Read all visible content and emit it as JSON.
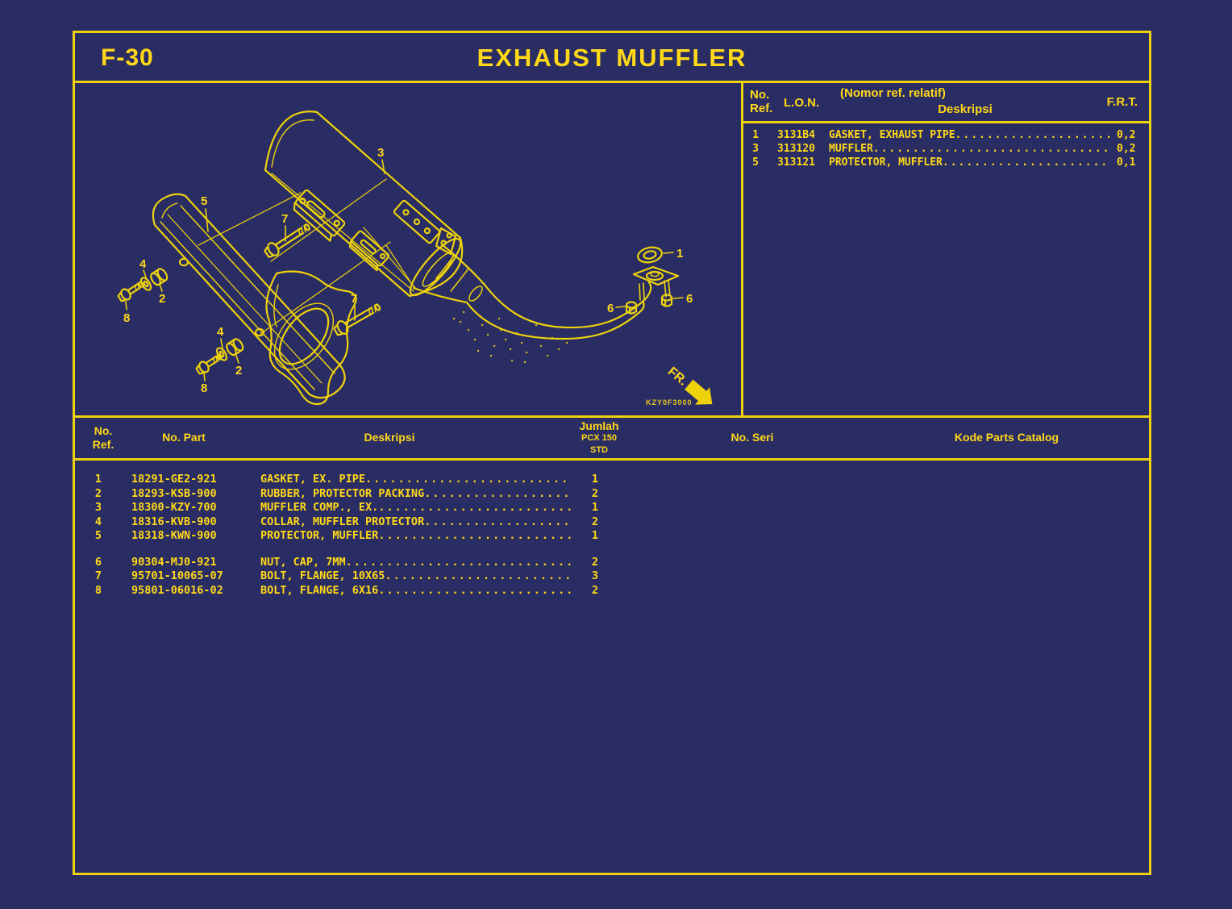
{
  "header": {
    "page_code": "F-30",
    "title": "EXHAUST MUFFLER"
  },
  "lon_table": {
    "headers": {
      "ref_line1": "No.",
      "ref_line2": "Ref.",
      "lon": "L.O.N.",
      "desc_note": "(Nomor ref. relatif)",
      "desc": "Deskripsi",
      "frt": "F.R.T."
    },
    "rows": [
      {
        "ref": "1",
        "lon": "3131B4",
        "desc": "GASKET, EXHAUST PIPE",
        "frt": "0,2"
      },
      {
        "ref": "3",
        "lon": "313120",
        "desc": "MUFFLER",
        "frt": "0,2"
      },
      {
        "ref": "5",
        "lon": "313121",
        "desc": "PROTECTOR, MUFFLER",
        "frt": "0,1"
      }
    ]
  },
  "parts_table": {
    "headers": {
      "ref_line1": "No.",
      "ref_line2": "Ref.",
      "part": "No. Part",
      "desc": "Deskripsi",
      "qty_line1": "Jumlah",
      "qty_line2": "PCX 150",
      "qty_line3": "STD",
      "seri": "No. Seri",
      "kode": "Kode Parts Catalog"
    },
    "rows": [
      {
        "ref": "1",
        "part": "18291-GE2-921",
        "desc": "GASKET, EX. PIPE",
        "qty": "1",
        "gap_before": false
      },
      {
        "ref": "2",
        "part": "18293-KSB-900",
        "desc": "RUBBER, PROTECTOR PACKING",
        "qty": "2",
        "gap_before": false
      },
      {
        "ref": "3",
        "part": "18300-KZY-700",
        "desc": "MUFFLER COMP., EX.",
        "qty": "1",
        "gap_before": false
      },
      {
        "ref": "4",
        "part": "18316-KVB-900",
        "desc": "COLLAR, MUFFLER PROTECTOR",
        "qty": "2",
        "gap_before": false
      },
      {
        "ref": "5",
        "part": "18318-KWN-900",
        "desc": "PROTECTOR, MUFFLER",
        "qty": "1",
        "gap_before": false
      },
      {
        "ref": "6",
        "part": "90304-MJ0-921",
        "desc": "NUT, CAP, 7MM",
        "qty": "2",
        "gap_before": true
      },
      {
        "ref": "7",
        "part": "95701-10065-07",
        "desc": "BOLT, FLANGE, 10X65",
        "qty": "3",
        "gap_before": false
      },
      {
        "ref": "8",
        "part": "95801-06016-02",
        "desc": "BOLT, FLANGE, 6X16",
        "qty": "2",
        "gap_before": false
      }
    ]
  },
  "diagram": {
    "callouts": {
      "n1": "1",
      "n2": "2",
      "n3": "3",
      "n4": "4",
      "n5": "5",
      "n6": "6",
      "n7": "7",
      "n8": "8"
    },
    "fr_label": "FR.",
    "code": "KZY0F3000"
  },
  "colors": {
    "background": "#2a2c64",
    "line_yellow": "#edd20c",
    "text_yellow": "#ffd918"
  }
}
